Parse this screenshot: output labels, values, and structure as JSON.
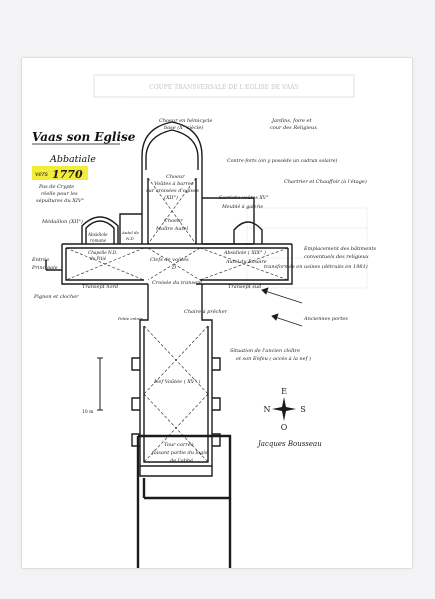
{
  "header": {
    "background_title": "COUPE TRANSVERSALE DE L'EGLISE DE VAAS",
    "title": "Vaas son Eglise",
    "subtitle": "Abbatiale",
    "year_prefix": "vers",
    "year": "1770",
    "crypt_note": [
      "Pas de Crypte",
      "réelle pour les",
      "sépultures du XIV°"
    ]
  },
  "labels": {
    "choeur_hemicycle": [
      "Choeur en hémicycle",
      "base (X° siècle)"
    ],
    "jardins": [
      "Jardins, foire et",
      "cour des Religieux"
    ],
    "contreforts": "Contre-forts (on y possède un cadran solaire)",
    "chartrier": "Chartrier et Chauffoir (à l'étage)",
    "sacristie": [
      "Sacristie voûtes XV°",
      "Meublé à galerie"
    ],
    "emplacement": [
      "Emplacement des bâtiments",
      "conventuels des religieux"
    ],
    "transformes": "transformés en usines (détruits en 1981)",
    "anciennes_portes": "Anciennes portes",
    "situation": [
      "Situation de l'ancien cloître",
      "et son Enfeu ( accès à la nef )"
    ],
    "medaillon": "Médaillon (XII°)",
    "entree": [
      "Entrée",
      "Principale"
    ],
    "pignon": "Pignon et clocher",
    "petite_entree": "Petite entrée",
    "tour": [
      "Tour carrée",
      "faisant partie du logis",
      "de l'abbé"
    ],
    "chapelle_nd": [
      "Chapelle N.D.",
      "de Pitié"
    ],
    "autel_nd": [
      "Autel de",
      "N.D"
    ],
    "abside_romane": [
      "Absidiole",
      "romane"
    ],
    "absidiole": "Absidiole ( XIX° )",
    "autel_rosaire": "Autel du Rosaire",
    "transept_nord": "Transept nord",
    "transept_sud": "Transept sud",
    "croisee": "Croisée du transept",
    "choeur_voutes": [
      "Choeur",
      "Voûtes à barres",
      "sur croisées d'ogives",
      "(XII°)"
    ],
    "choeur_autel": [
      "Choeur",
      "Maître Autel"
    ],
    "clefs": [
      "Clefs de voûtes",
      "D"
    ],
    "chaire": "Chaire à prêcher",
    "nef": "Nef Voûtée ( XV° )",
    "scale": "10 m",
    "signature": "Jacques Bousseau"
  },
  "compass": {
    "north": "N",
    "south": "S",
    "east": "E",
    "west": "O"
  },
  "colors": {
    "line": "#1b1b1b",
    "highlight": "#f4ec3a",
    "red": "#c0281e",
    "blue": "#3a5aa8"
  }
}
